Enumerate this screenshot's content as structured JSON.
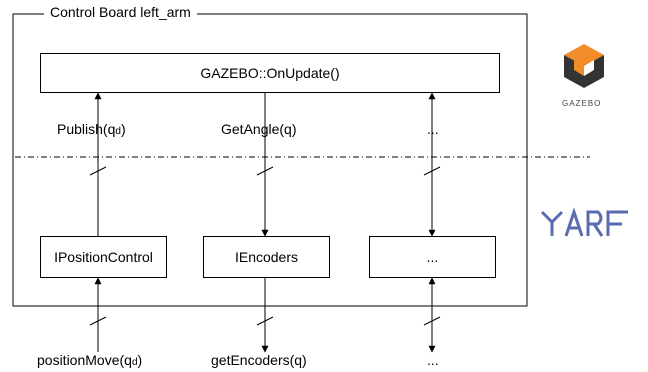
{
  "frame": {
    "title": "Control Board left_arm"
  },
  "top_box": {
    "label": "GAZEBO::OnUpdate()"
  },
  "interfaces": [
    {
      "label": "IPositionControl"
    },
    {
      "label": "IEncoders"
    },
    {
      "label": "..."
    }
  ],
  "upper_calls": [
    {
      "text": "Publish(q",
      "sub": "d",
      "suffix": ")"
    },
    {
      "text": "GetAngle(q)"
    },
    {
      "text": "..."
    }
  ],
  "lower_calls": [
    {
      "text": "positionMove(q",
      "sub": "d",
      "suffix": ")"
    },
    {
      "text": "getEncoders(q)"
    },
    {
      "text": "..."
    }
  ],
  "logos": {
    "gazebo": {
      "icon": "gazebo-logo-icon",
      "text": "GAZEBO",
      "colors": {
        "orange": "#f28c28",
        "dark": "#333333"
      }
    },
    "yarp": {
      "icon": "yarp-logo-icon",
      "color": "#5b6bb0"
    }
  }
}
